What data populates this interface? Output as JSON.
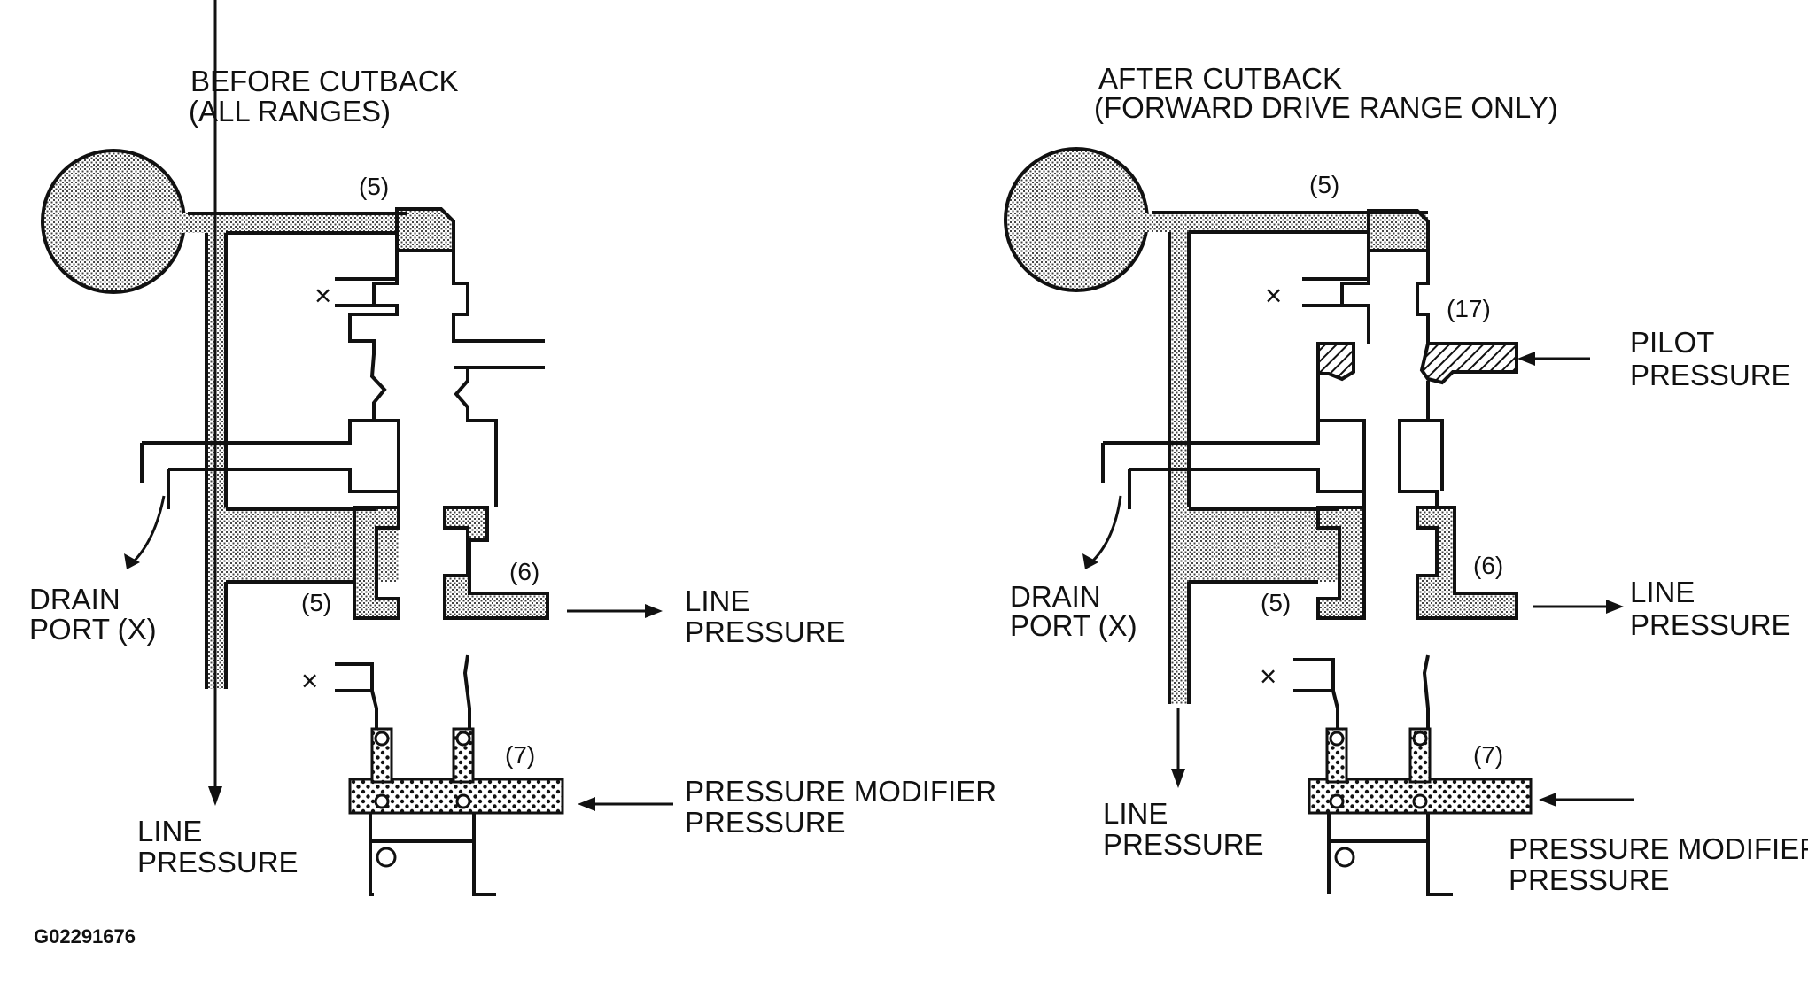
{
  "left_panel": {
    "title_line1": "BEFORE CUTBACK",
    "title_line2": "(ALL RANGES)",
    "ref_5_top": "(5)",
    "ref_5_mid": "(5)",
    "ref_6": "(6)",
    "ref_7": "(7)",
    "drain_line1": "DRAIN",
    "drain_line2": "PORT (X)",
    "line_pressure_right_line1": "LINE",
    "line_pressure_right_line2": "PRESSURE",
    "line_pressure_bottom_line1": "LINE",
    "line_pressure_bottom_line2": "PRESSURE",
    "modifier_line1": "PRESSURE MODIFIER",
    "modifier_line2": "PRESSURE",
    "x_mark_1": "×",
    "x_mark_2": "×"
  },
  "right_panel": {
    "title_line1": "AFTER CUTBACK",
    "title_line2": "(FORWARD DRIVE RANGE ONLY)",
    "ref_5_top": "(5)",
    "ref_5_mid": "(5)",
    "ref_6": "(6)",
    "ref_7": "(7)",
    "ref_17": "(17)",
    "pilot_line1": "PILOT",
    "pilot_line2": "PRESSURE",
    "drain_line1": "DRAIN",
    "drain_line2": "PORT (X)",
    "line_pressure_right_line1": "LINE",
    "line_pressure_right_line2": "PRESSURE",
    "line_pressure_bottom_line1": "LINE",
    "line_pressure_bottom_line2": "PRESSURE",
    "modifier_line1": "PRESSURE MODIFIER",
    "modifier_line2": "PRESSURE",
    "x_mark_1": "×",
    "x_mark_2": "×"
  },
  "figure_code": "G02291676",
  "colors": {
    "ink": "#111111",
    "shading": "#8a8a8a",
    "background": "#ffffff"
  }
}
